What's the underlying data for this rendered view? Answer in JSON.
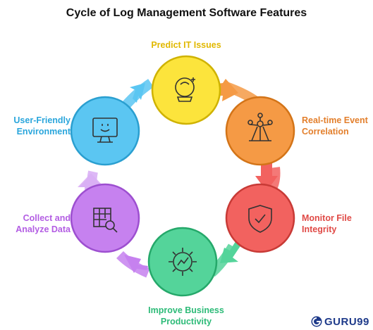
{
  "title": "Cycle of Log Management Software Features",
  "nodes": [
    {
      "id": "predict",
      "label": "Predict IT Issues",
      "icon": "crystal-ball-icon",
      "color": "#FCE43C",
      "text_color": "#E1B800"
    },
    {
      "id": "realtime",
      "label": "Real-time Event\nCorrelation",
      "icon": "network-atom-icon",
      "color": "#F59A45",
      "text_color": "#E37F2C"
    },
    {
      "id": "monitor",
      "label": "Monitor File\nIntegrity",
      "icon": "shield-check-icon",
      "color": "#F2625F",
      "text_color": "#E04A46"
    },
    {
      "id": "improve",
      "label": "Improve Business\nProductivity",
      "icon": "gear-chart-icon",
      "color": "#54D49A",
      "text_color": "#2DBB78"
    },
    {
      "id": "collect",
      "label": "Collect and\nAnalyze Data",
      "icon": "table-search-icon",
      "color": "#C681EF",
      "text_color": "#B35DE3"
    },
    {
      "id": "user",
      "label": "User-Friendly\nEnvironment",
      "icon": "monitor-smile-icon",
      "color": "#5BC6F2",
      "text_color": "#2AA6DC"
    }
  ],
  "logo": {
    "text": "GURU99",
    "icon": "guru99-logo-icon",
    "color": "#1e3a8a"
  }
}
